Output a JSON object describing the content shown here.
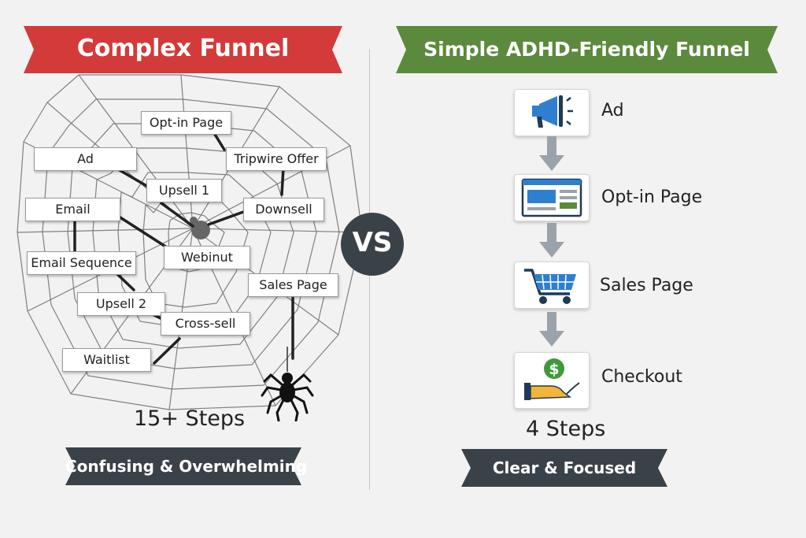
{
  "left": {
    "title": "Complex Funnel",
    "title_color": "#d33a3a",
    "boxes": {
      "optin": "Opt-in Page",
      "ad": "Ad",
      "tripwire": "Tripwire Offer",
      "upsell1": "Upsell 1",
      "email": "Email",
      "downsell": "Downsell",
      "email_sequence": "Email Sequence",
      "webinar": "Webinut",
      "sales_page": "Sales Page",
      "upsell2": "Upsell 2",
      "cross_sell": "Cross-sell",
      "waitlist": "Waitlist"
    },
    "steps": "15+ Steps",
    "verdict": "Confusing & Overwhelming"
  },
  "vs_label": "VS",
  "right": {
    "title": "Simple ADHD-Friendly Funnel",
    "title_color": "#5b8a3c",
    "steps_list": [
      {
        "label": "Ad",
        "icon": "megaphone-icon"
      },
      {
        "label": "Opt-in Page",
        "icon": "webpage-icon"
      },
      {
        "label": "Sales Page",
        "icon": "shopping-cart-icon"
      },
      {
        "label": "Checkout",
        "icon": "payment-icon"
      }
    ],
    "steps": "4 Steps",
    "verdict": "Clear & Focused"
  },
  "colors": {
    "banner_dark": "#3a4249",
    "accent_blue": "#2f7fd1",
    "arrow_grey": "#9aa3aa"
  }
}
